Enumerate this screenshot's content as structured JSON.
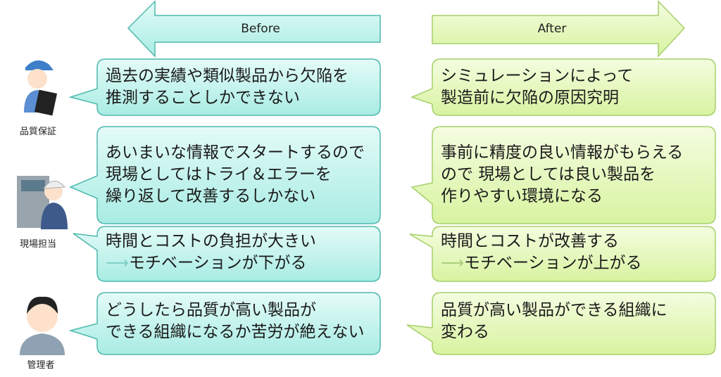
{
  "headers": {
    "before": "Before",
    "after": "After"
  },
  "roles": [
    {
      "label": "品質保証"
    },
    {
      "label": "現場担当"
    },
    {
      "label": "管理者"
    }
  ],
  "before": [
    {
      "lines": [
        "過去の実績や類似製品から欠陥を",
        "推測することしかできない"
      ]
    },
    {
      "lines": [
        "あいまいな情報でスタートするので",
        "現場としてはトライ＆エラーを",
        "繰り返して改善するしかない"
      ]
    },
    {
      "lines": [
        "時間とコストの負担が大きい"
      ],
      "arrow": "⟶",
      "line2": "モチベーションが下がる"
    },
    {
      "lines": [
        "どうしたら品質が高い製品が",
        "できる組織になるか苦労が絶えない"
      ]
    }
  ],
  "after": [
    {
      "lines": [
        "シミュレーションによって",
        "製造前に欠陥の原因究明"
      ]
    },
    {
      "lines": [
        "事前に精度の良い情報がもらえる",
        "ので 現場としては良い製品を",
        "作りやすい環境になる"
      ]
    },
    {
      "lines": [
        "時間とコストが改善する"
      ],
      "arrow": "⟶",
      "line2": "モチベーションが上がる"
    },
    {
      "lines": [
        "品質が高い製品ができる組織に",
        "変わる"
      ]
    }
  ],
  "colors": {
    "before_fill": "#c8f4ee",
    "before_stroke": "#4db8ad",
    "after_fill": "#e6f8b4",
    "after_stroke": "#a6cf6a"
  }
}
